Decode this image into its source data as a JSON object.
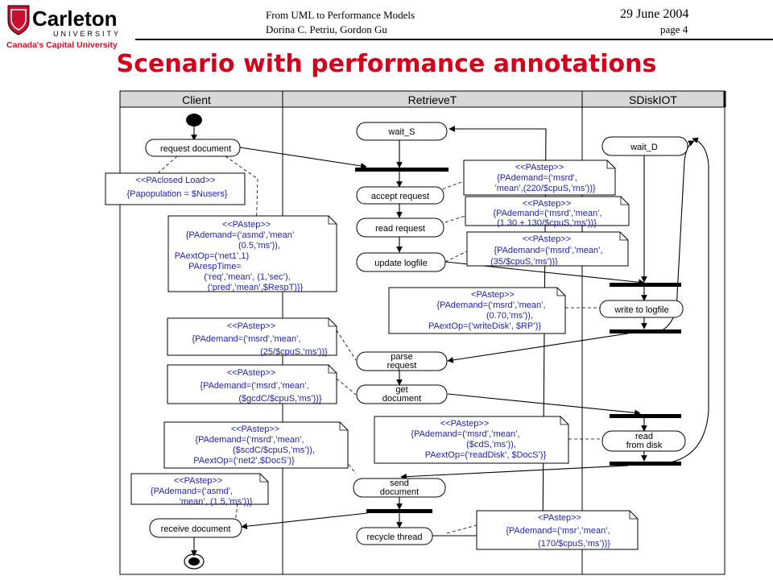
{
  "header": {
    "logo_name": "Carleton",
    "logo_university": "UNIVERSITY",
    "logo_tagline": "Canada's Capital University",
    "doc_title": "From UML to Performance Models",
    "authors": "Dorina C. Petriu, Gordon Gu",
    "date": "29 June 2004",
    "page": "page 4"
  },
  "slide_title": "Scenario with performance annotations",
  "swimlanes": [
    "Client",
    "RetrieveT",
    "SDiskIOT"
  ],
  "activities": {
    "request_document": "request document",
    "receive_document": "receive document",
    "wait_s": "wait_S",
    "accept_request": "accept request",
    "read_request": "read request",
    "update_logfile": "update logfile",
    "parse_request": [
      "parse",
      "request"
    ],
    "get_document": [
      "get",
      "document"
    ],
    "send_document": [
      "send",
      "document"
    ],
    "recycle_thread": "recycle thread",
    "wait_d": "wait_D",
    "write_to_logfile": "write to logfile",
    "read_from_disk": [
      "read",
      "from disk"
    ]
  },
  "notes": {
    "closed_load": [
      "<<PAclosed Load>>",
      "{Papopulation = $Nusers}"
    ],
    "client_request": [
      "<<PAstep>>",
      "{PAdemand=(‘asmd’,’mean’",
      "(0.5,’ms’)),",
      "PAextOp=(‘net1’,1)",
      "PArespTime=",
      "(‘req’,’mean’, (1,’sec’),",
      "(‘pred’,’mean’,$RespT)}}"
    ],
    "parse_step": [
      "<<PAstep>>",
      "{PAdemand=(‘msrd’,’mean’,",
      "(25/$cpuS,’ms’))}"
    ],
    "get_step": [
      "<<PAstep>>",
      "{PAdemand=(‘msrd’,’mean’,",
      "($gcdC/$cpuS,’ms’))}"
    ],
    "send_step": [
      "<<PAstep>>",
      "{PAdemand=(‘msrd’,’mean’,",
      "($scdC/$cpuS,’ms’)),",
      "PAextOp=(‘net2’,$DocS’)}"
    ],
    "receive_step": [
      "<<PAstep>>",
      "{PAdemand=(‘asmd’,",
      "’mean’, (1.5,’ms’))}"
    ],
    "accept_step": [
      "<<PAstep>>",
      "{PAdemand=(‘msrd’,",
      "’mean’,(220/$cpuS,’ms’))}"
    ],
    "read_req_step": [
      "<<PAstep>>",
      "{PAdemand=(‘msrd’,’mean’,",
      "(1.30 + 130/$cpuS,’ms’))}"
    ],
    "update_step": [
      "<<PAstep>>",
      "{PAdemand=(‘msrd’,’mean’,",
      "(35/$cpuS,’ms’))}"
    ],
    "write_step": [
      "<PAstep>>",
      "{PAdemand=(‘msrd’,’mean’,",
      "(0.70,’ms’)),",
      "PAextOp=(‘writeDisk’, $RP’)}"
    ],
    "read_disk_step": [
      "<<PAstep>>",
      "{PAdemand=(‘msrd’,’mean’,",
      "($cdS,’ms’)),",
      "PAextOp=(‘readDisk’, $DocS’)}"
    ],
    "recycle_step": [
      "<PAstep>>",
      "{PAdemand=(‘msr’,’mean’,",
      "(170/$cpuS,’ms’))}"
    ]
  },
  "colors": {
    "title_red": "#d3001c",
    "logo_red": "#c8102e",
    "note_blue": "#1f1fa3",
    "lane_header_gray": "#d7d7d7"
  }
}
